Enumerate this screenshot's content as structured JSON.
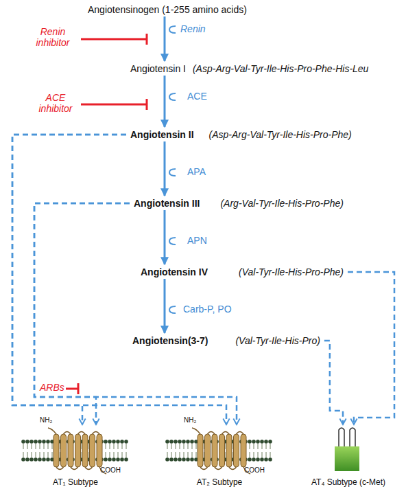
{
  "diagram": {
    "nodes": [
      {
        "text": [
          "Angiotensinogen (1-255 amino acids)"
        ]
      },
      {
        "text": [
          "Angiotensin I",
          "(Asp-Arg-Val-Tyr-Ile-His-Pro-Phe-His-Leu"
        ]
      },
      {
        "text": [
          "Angiotensin II",
          "(Asp-Arg-Val-Tyr-Ile-His-Pro-Phe)"
        ]
      },
      {
        "text": [
          "Angiotensin III",
          "(Arg-Val-Tyr-Ile-His-Pro-Phe)"
        ]
      },
      {
        "text": [
          "Angiotensin IV",
          "(Val-Tyr-Ile-His-Pro-Phe)"
        ]
      },
      {
        "text": [
          "Angiotensin(3-7)",
          "(Val-Tyr-Ile-His-Pro)"
        ]
      },
      {
        "text": [
          "AT₁ Subtype"
        ]
      },
      {
        "text": [
          "AT₂ Subtype"
        ]
      },
      {
        "text": [
          "AT₄ Subtype (c-Met)"
        ]
      }
    ],
    "edges": [
      {
        "from": 0,
        "to": 1,
        "arrow": "to",
        "label": "Renin"
      },
      {
        "from": 1,
        "to": 2,
        "arrow": "to",
        "label": "ACE"
      },
      {
        "from": 2,
        "to": 3,
        "arrow": "to",
        "label": "APA"
      },
      {
        "from": 3,
        "to": 4,
        "arrow": "to",
        "label": "APN"
      },
      {
        "from": 4,
        "to": 5,
        "arrow": "to",
        "label": "Carb-P, PO"
      },
      {
        "from": 2,
        "to": 6,
        "arrow": "to"
      },
      {
        "from": 2,
        "to": 7,
        "arrow": "to"
      },
      {
        "from": 3,
        "to": 6,
        "arrow": "to"
      },
      {
        "from": 3,
        "to": 7,
        "arrow": "to"
      },
      {
        "from": 4,
        "to": 8,
        "arrow": "to"
      },
      {
        "from": 5,
        "to": 8,
        "arrow": "to"
      }
    ],
    "labels": [
      "Renin inhibitor",
      "ACE inhibitor",
      "ARBs",
      "NH₂",
      "COOH",
      "NH₂",
      "COOH"
    ]
  }
}
